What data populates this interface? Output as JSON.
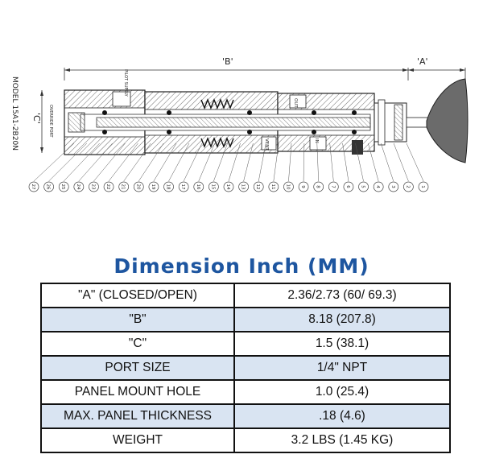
{
  "drawing": {
    "model": "MODEL 15A1-2B20N",
    "dim_b": "'B'",
    "dim_a": "'A'",
    "dim_c": "'C'",
    "labels": {
      "pilot_supply": "PILOT SUPPLY",
      "override_port": "OVERRIDE PORT",
      "out": "OUT",
      "vent": "VENT",
      "in": "IN"
    },
    "callouts": [
      "27",
      "26",
      "25",
      "24",
      "23",
      "22",
      "21",
      "20",
      "19",
      "18",
      "17",
      "16",
      "15",
      "14",
      "13",
      "12",
      "11",
      "10",
      "9",
      "8",
      "7",
      "6",
      "5",
      "4",
      "3",
      "2",
      "1"
    ]
  },
  "table": {
    "title": "Dimension  Inch (MM)",
    "rows": [
      {
        "label": "\"A\" (CLOSED/OPEN)",
        "value": "2.36/2.73 (60/ 69.3)"
      },
      {
        "label": "\"B\"",
        "value": "8.18 (207.8)"
      },
      {
        "label": "\"C\"",
        "value": "1.5 (38.1)"
      },
      {
        "label": "PORT SIZE",
        "value": "1/4\" NPT"
      },
      {
        "label": "PANEL MOUNT HOLE",
        "value": "1.0 (25.4)"
      },
      {
        "label": "MAX. PANEL THICKNESS",
        "value": ".18 (4.6)"
      },
      {
        "label": "WEIGHT",
        "value": "3.2 LBS (1.45 KG)"
      }
    ]
  },
  "colors": {
    "title": "#1e56a0",
    "row_alt": "#d9e4f2"
  }
}
